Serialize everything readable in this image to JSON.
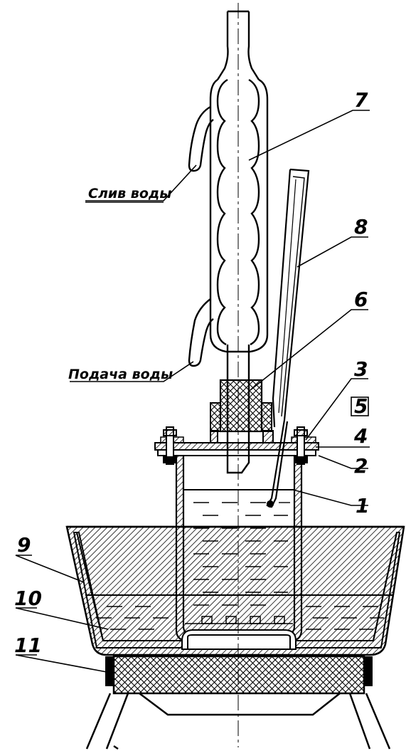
{
  "labels": {
    "drain": "Слив воды",
    "supply": "Подача воды",
    "n1": "1",
    "n2": "2",
    "n3": "3",
    "n4": "4",
    "n5": "5",
    "n6": "6",
    "n7": "7",
    "n8": "8",
    "n9": "9",
    "n10": "10",
    "n11": "11"
  },
  "colors": {
    "ink": "#000000",
    "paper": "#ffffff"
  }
}
